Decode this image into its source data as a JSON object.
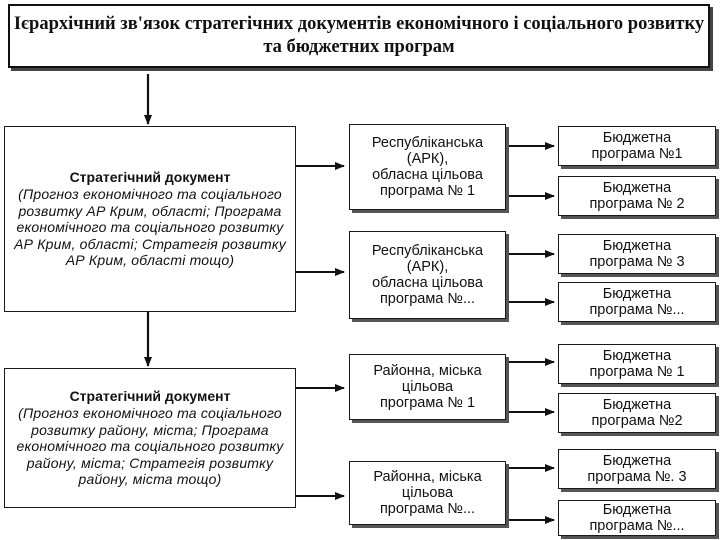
{
  "title": "Ієрархічний зв'язок стратегічних документів економічного і соціального розвитку та бюджетних програм",
  "strategic_docs": [
    {
      "heading": "Стратегічний документ",
      "body": "(Прогноз економічного та соціального розвитку АР Крим, області; Програма економічного та соціального розвитку АР Крим, області; Стратегія розвитку АР Крим, області тощо)"
    },
    {
      "heading": "Стратегічний документ",
      "body": "(Прогноз економічного та соціального розвитку району, міста; Програма економічного та соціального розвитку району, міста; Стратегія розвитку району, міста тощо)"
    }
  ],
  "programs": [
    "Республіканська\n(АРК),\nобласна цільова\nпрограма № 1",
    "Республіканська\n(АРК),\nобласна цільова\nпрограма №...",
    "Районна, міська\nцільова\nпрограма № 1",
    "Районна, міська\nцільова\nпрограма №..."
  ],
  "budget_programs": [
    "Бюджетна\nпрограма №1",
    "Бюджетна\nпрограма № 2",
    "Бюджетна\nпрограма № 3",
    "Бюджетна\nпрограма №...",
    "Бюджетна\nпрограма № 1",
    "Бюджетна\nпрограма №2",
    "Бюджетна\nпрограма №. 3",
    "Бюджетна\nпрограма №..."
  ]
}
